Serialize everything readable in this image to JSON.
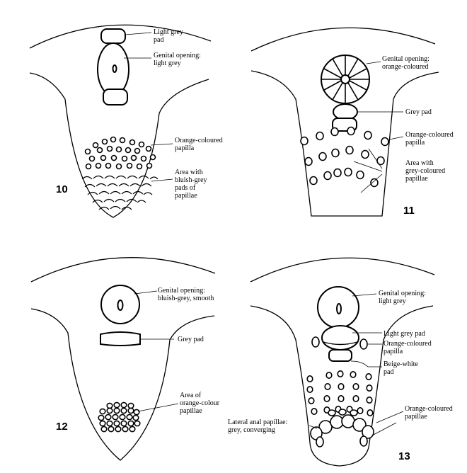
{
  "panels": [
    {
      "id": "10",
      "number": "10",
      "labels": [
        {
          "lines": [
            "Light grey",
            "pad"
          ]
        },
        {
          "lines": [
            "Genital opening:",
            "light grey"
          ]
        },
        {
          "lines": [
            "Orange-coloured",
            "papilla"
          ]
        },
        {
          "lines": [
            "Area with",
            "bluish-grey",
            "pads of",
            "papillae"
          ]
        }
      ]
    },
    {
      "id": "11",
      "number": "11",
      "labels": [
        {
          "lines": [
            "Genital opening:",
            "orange-coloured"
          ]
        },
        {
          "lines": [
            "Grey pad"
          ]
        },
        {
          "lines": [
            "Orange-coloured",
            "papilla"
          ]
        },
        {
          "lines": [
            "Area with",
            "grey-coloured",
            "papillae"
          ]
        }
      ]
    },
    {
      "id": "12",
      "number": "12",
      "labels": [
        {
          "lines": [
            "Genital opening:",
            "bluish-grey, smooth"
          ]
        },
        {
          "lines": [
            "Grey pad"
          ]
        },
        {
          "lines": [
            "Area of",
            "orange-colour",
            "papillae"
          ]
        }
      ]
    },
    {
      "id": "13",
      "number": "13",
      "labels": [
        {
          "lines": [
            "Genital opening:",
            "light grey"
          ]
        },
        {
          "lines": [
            "Light grey pad"
          ]
        },
        {
          "lines": [
            "Orange-coloured",
            "papilla"
          ]
        },
        {
          "lines": [
            "Beige-white",
            "pad"
          ]
        },
        {
          "lines": [
            "Lateral anal papillae:",
            "grey, converging"
          ]
        },
        {
          "lines": [
            "Orange-coloured",
            "papillae"
          ]
        }
      ]
    }
  ]
}
